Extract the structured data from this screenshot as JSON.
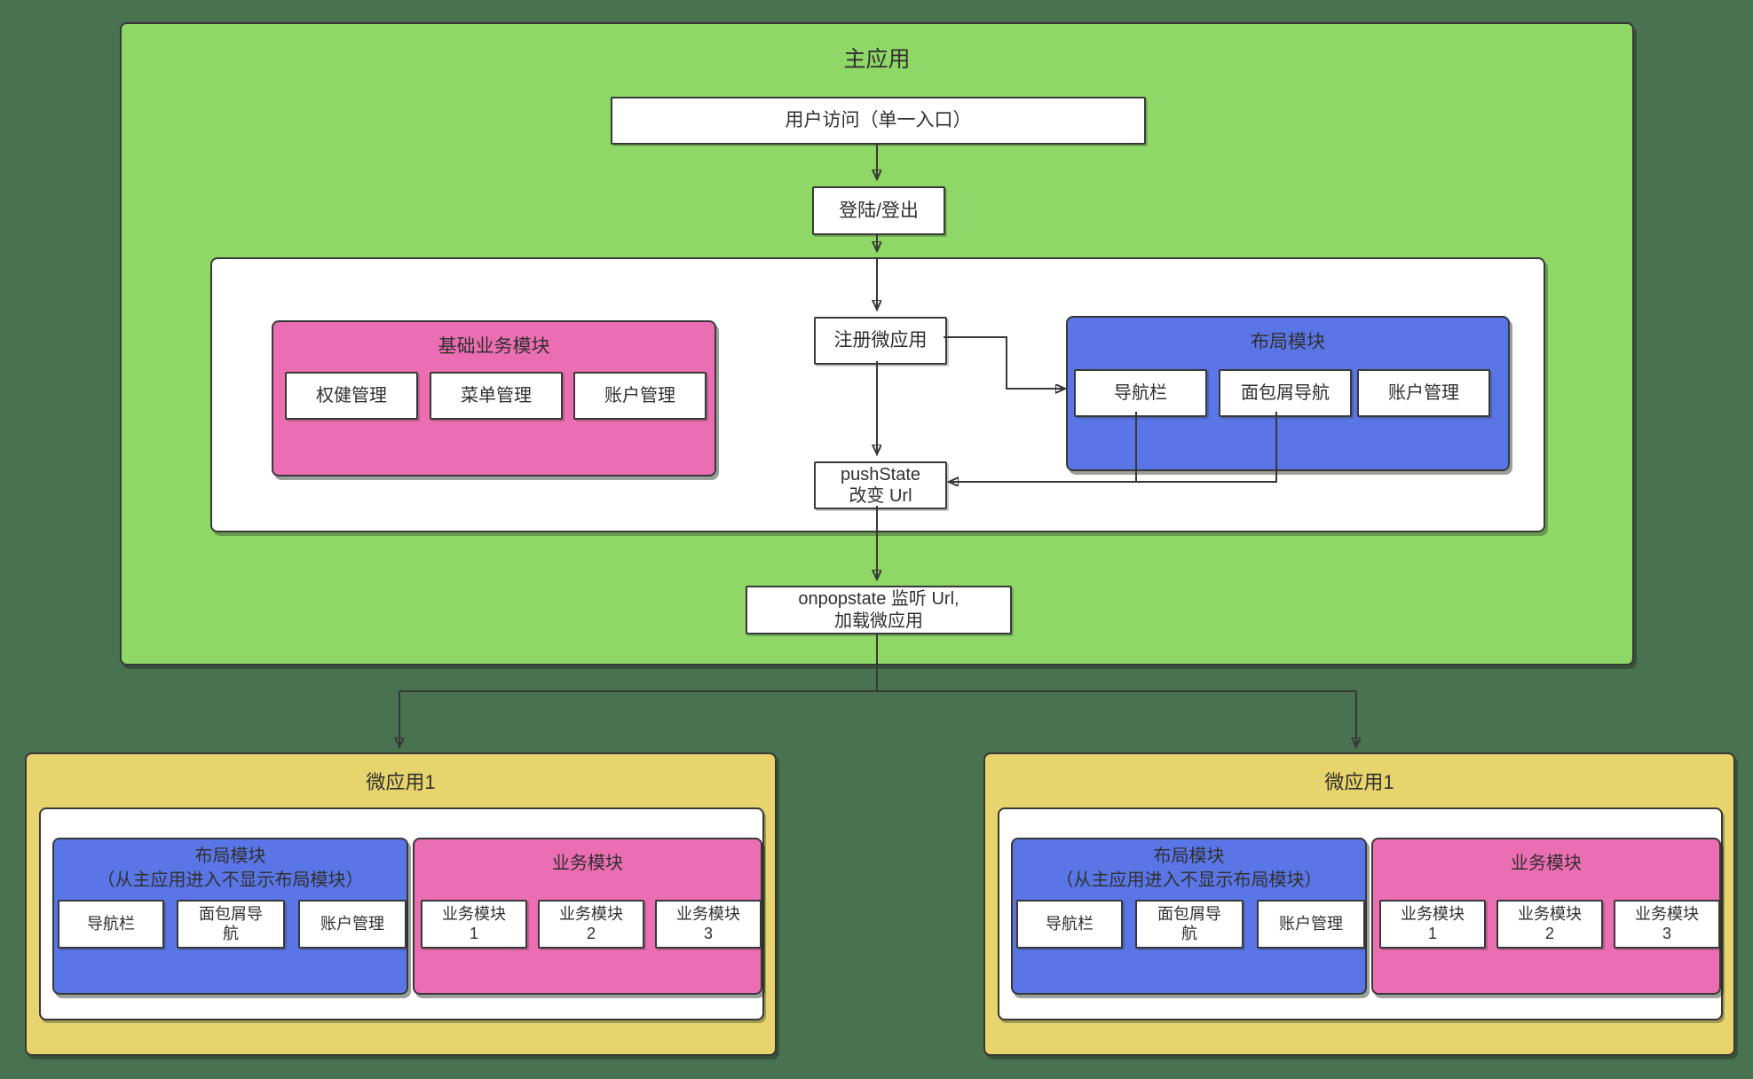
{
  "colors": {
    "bg": "#497350",
    "green": "#8fd767",
    "pink": "#ec6eb2",
    "blue": "#5a76e6",
    "yellow": "#e8d46c",
    "line": "#383838",
    "ink": "#303030"
  },
  "main_app": {
    "title": "主应用",
    "entry_box": "用户访问（单一入口）",
    "login_box": "登陆/登出",
    "register_box": "注册微应用",
    "pushstate_box": "pushState\n改变 Url",
    "onpopstate_box": "onpopstate 监听 Url,\n加载微应用",
    "base_module": {
      "title": "基础业务模块",
      "items": [
        "权健管理",
        "菜单管理",
        "账户管理"
      ]
    },
    "layout_module": {
      "title": "布局模块",
      "items": [
        "导航栏",
        "面包屑导航",
        "账户管理"
      ]
    }
  },
  "microapps": [
    {
      "title": "微应用1",
      "layout_module": {
        "title": "布局模块\n（从主应用进入不显示布局模块）",
        "items": [
          "导航栏",
          "面包屑导\n航",
          "账户管理"
        ]
      },
      "business_module": {
        "title": "业务模块",
        "items": [
          "业务模块\n1",
          "业务模块\n2",
          "业务模块\n3"
        ]
      }
    },
    {
      "title": "微应用1",
      "layout_module": {
        "title": "布局模块\n（从主应用进入不显示布局模块）",
        "items": [
          "导航栏",
          "面包屑导\n航",
          "账户管理"
        ]
      },
      "business_module": {
        "title": "业务模块",
        "items": [
          "业务模块\n1",
          "业务模块\n2",
          "业务模块\n3"
        ]
      }
    }
  ]
}
